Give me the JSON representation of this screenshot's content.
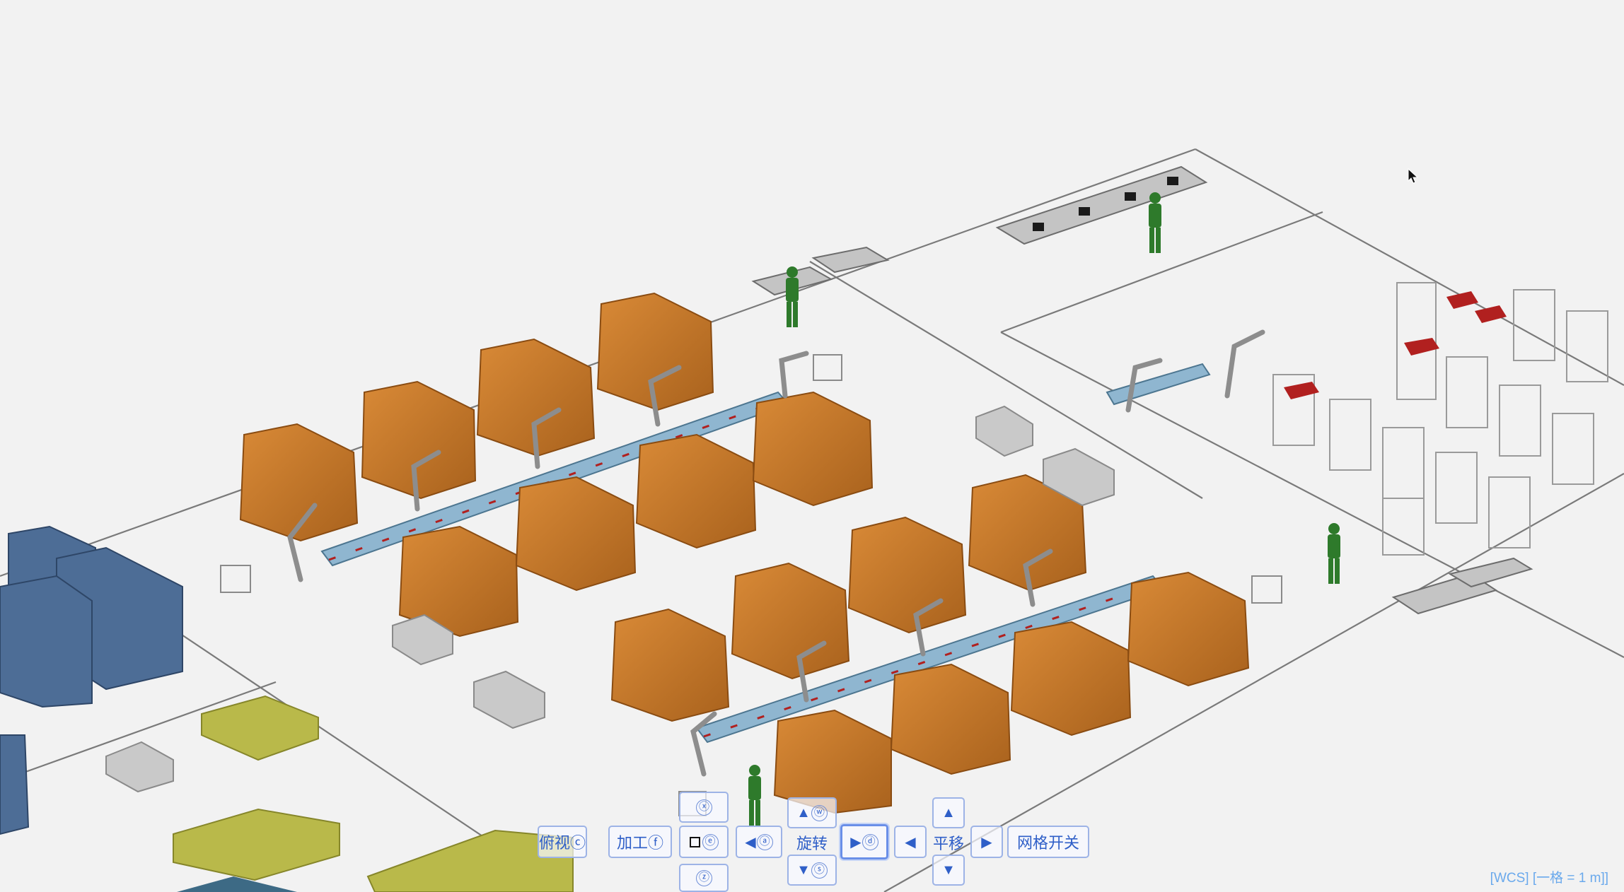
{
  "viewport": {
    "status_label": "[WCS] [一格 = 1 m]]"
  },
  "toolbar": {
    "top_partial_key": "ⓧ",
    "up_key": "ⓦ",
    "rotate_label": "旋转",
    "pan_label": "平移",
    "grid_toggle_label": "网格开关",
    "left_label_partial": "俯视ⓒ",
    "front_label_partial": "加工ⓕ",
    "box_select_key": "ⓔ",
    "left_key": "ⓐ",
    "right_key": "ⓓ",
    "down_key": "ⓢ",
    "bottom_partial_key": "ⓩ"
  },
  "colors": {
    "background": "#f2f2f2",
    "floor_line": "#6d6d6d",
    "machine": "#c67a2a",
    "rack": "#4d6d96",
    "crate": "#b9b94a",
    "worker": "#2e7a2b",
    "accent_red": "#b1201f",
    "toolbar_text": "#2f5fc8",
    "toolbar_border": "#9db3e6"
  }
}
